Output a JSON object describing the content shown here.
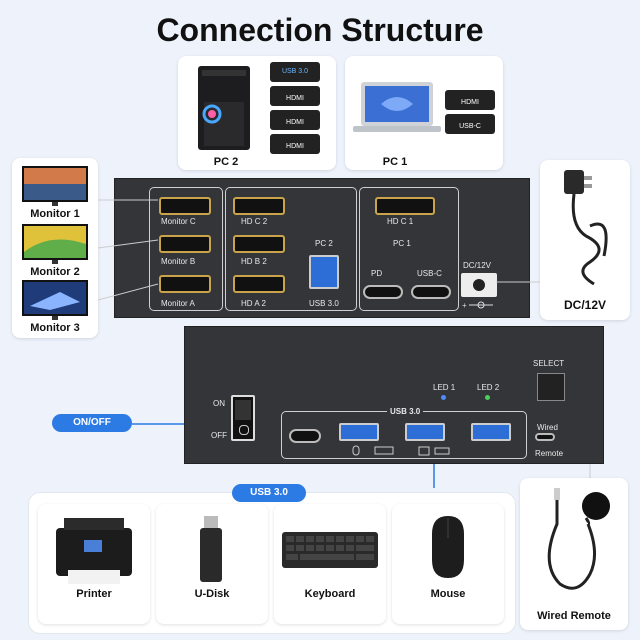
{
  "title": "Connection Structure",
  "pc2": {
    "label": "PC 2",
    "ports": [
      "USB 3.0",
      "HDMI",
      "HDMI",
      "HDMI"
    ]
  },
  "pc1": {
    "label": "PC 1",
    "ports": [
      "HDMI",
      "USB-C"
    ]
  },
  "monitors": [
    "Monitor 1",
    "Monitor 2",
    "Monitor 3"
  ],
  "power": {
    "label": "DC/12V",
    "port_label": "DC/12V"
  },
  "rear_panel": {
    "monitor_ports": [
      "Monitor C",
      "Monitor B",
      "Monitor A"
    ],
    "pc2_ports": [
      "HD  C 2",
      "HD  B 2",
      "HD  A 2"
    ],
    "pc2_group": "PC 2",
    "usb_label": "USB 3.0",
    "pc1_group": "PC 1",
    "pc1_hdmi": "HD  C 1",
    "pd": "PD",
    "usbc": "USB-C"
  },
  "front_panel": {
    "on": "ON",
    "off": "OFF",
    "led1": "LED 1",
    "led2": "LED 2",
    "select": "SELECT",
    "usb_label": "USB 3.0",
    "wired": "Wired",
    "remote": "Remote"
  },
  "onoff_badge": "ON/OFF",
  "usb_badge": "USB 3.0",
  "devices": [
    "Printer",
    "U-Disk",
    "Keyboard",
    "Mouse"
  ],
  "wired_remote": "Wired Remote",
  "colors": {
    "accent": "#2c7be5",
    "panel": "#333538",
    "hdmi_gold": "#c9a44a"
  }
}
